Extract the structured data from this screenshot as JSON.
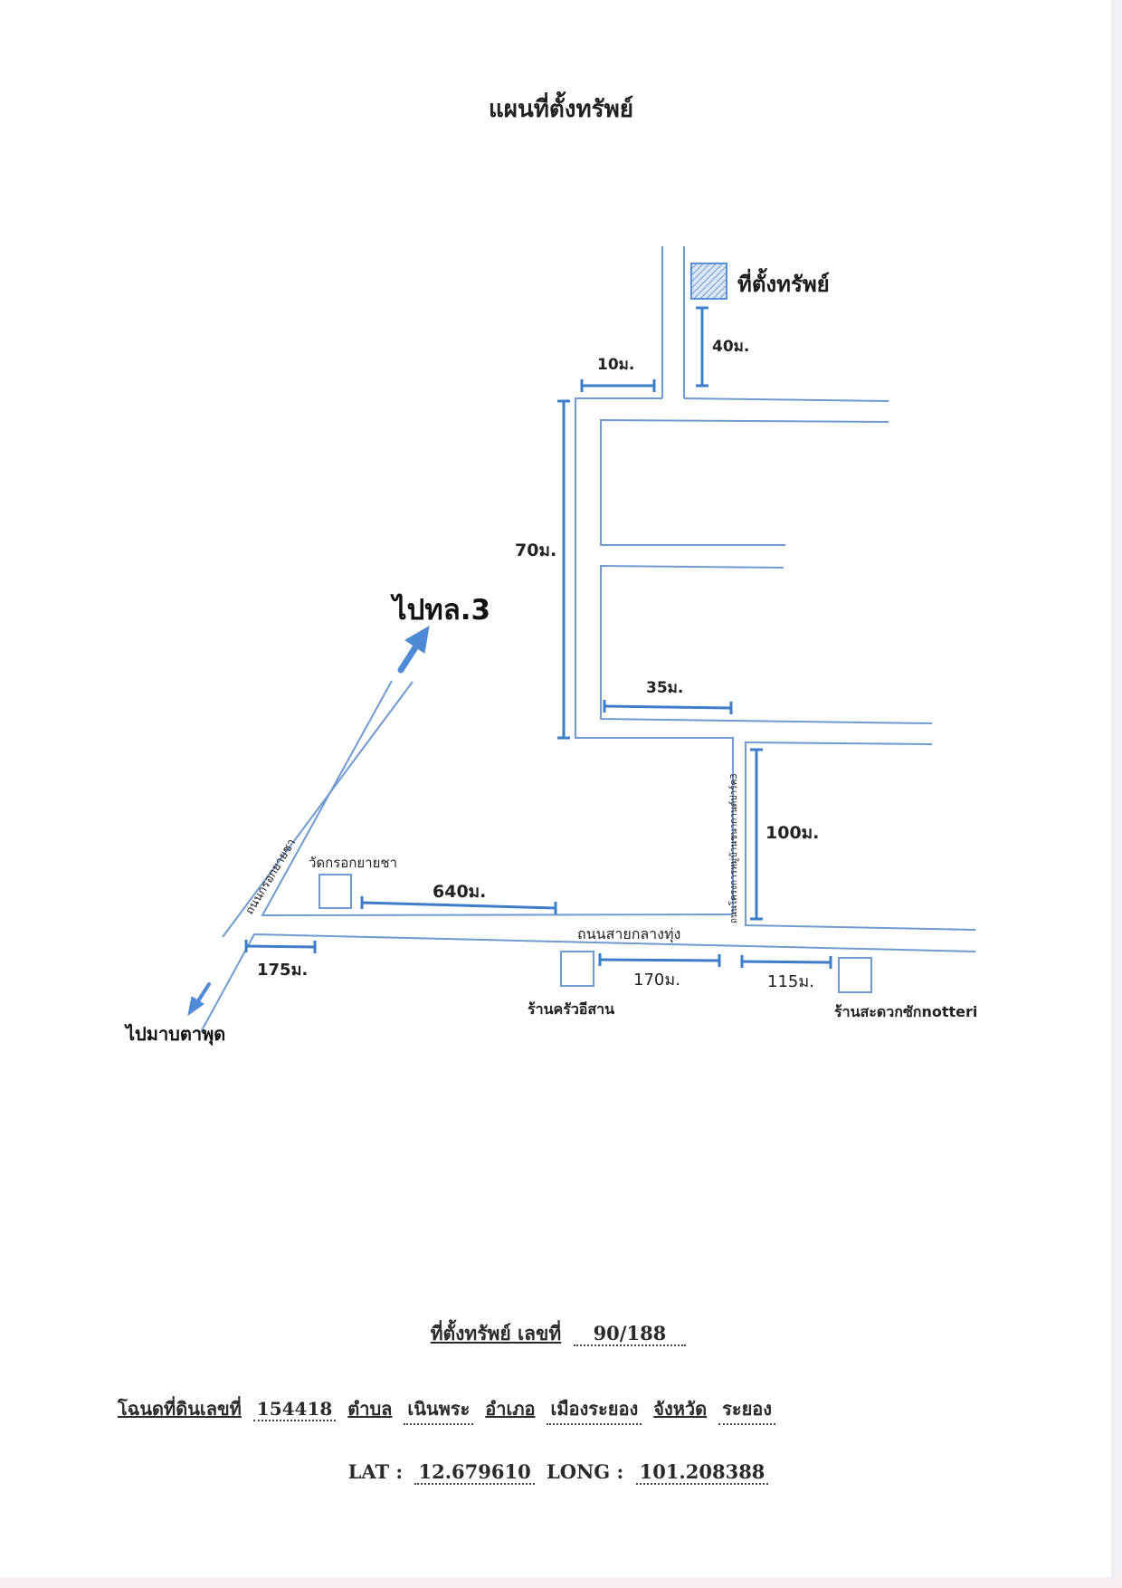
{
  "title": "แผนที่ตั้งทรัพย์",
  "legend": {
    "label": "ที่ตั้งทรัพย์",
    "swatch_color": "#5b8fd6"
  },
  "colors": {
    "road": "#6f9bd0",
    "measure": "#3d7cc9",
    "arrow": "#4f8ad6"
  },
  "directions": {
    "to_route3": "ไปทล.3",
    "to_map_ta_phut": "ไปมาบตาพุด"
  },
  "roads": {
    "krok_yai_cha": "ถนนกรอกยายชา",
    "sai_klang_thung": "ถนนสายกลางทุ่ง",
    "project_road": "ถนนโครงการหมู่บ้านชนากานต์ปาร์ค3"
  },
  "landmarks": {
    "temple": "วัดกรอกยายชา",
    "restaurant": "ร้านครัวอีสาน",
    "store": "ร้านสะดวกซักnotteri"
  },
  "distances": {
    "d40": "40ม.",
    "d10": "10ม.",
    "d70": "70ม.",
    "d35": "35ม.",
    "d100": "100ม.",
    "d640": "640ม.",
    "d175": "175ม.",
    "d170": "170ม.",
    "d115": "115ม."
  },
  "footer": {
    "line1_label": "ที่ตั้งทรัพย์ เลขที่",
    "house_no": "90/188",
    "deed_label": "โฉนดที่ดินเลขที่",
    "deed_no": "154418",
    "subdistrict_label": "ตำบล",
    "subdistrict": "เนินพระ",
    "district_label": "อำเภอ",
    "district": "เมืองระยอง",
    "province_label": "จังหวัด",
    "province": "ระยอง",
    "lat_label": "LAT :",
    "lat": "12.679610",
    "long_label": "LONG :",
    "long": "101.208388"
  }
}
